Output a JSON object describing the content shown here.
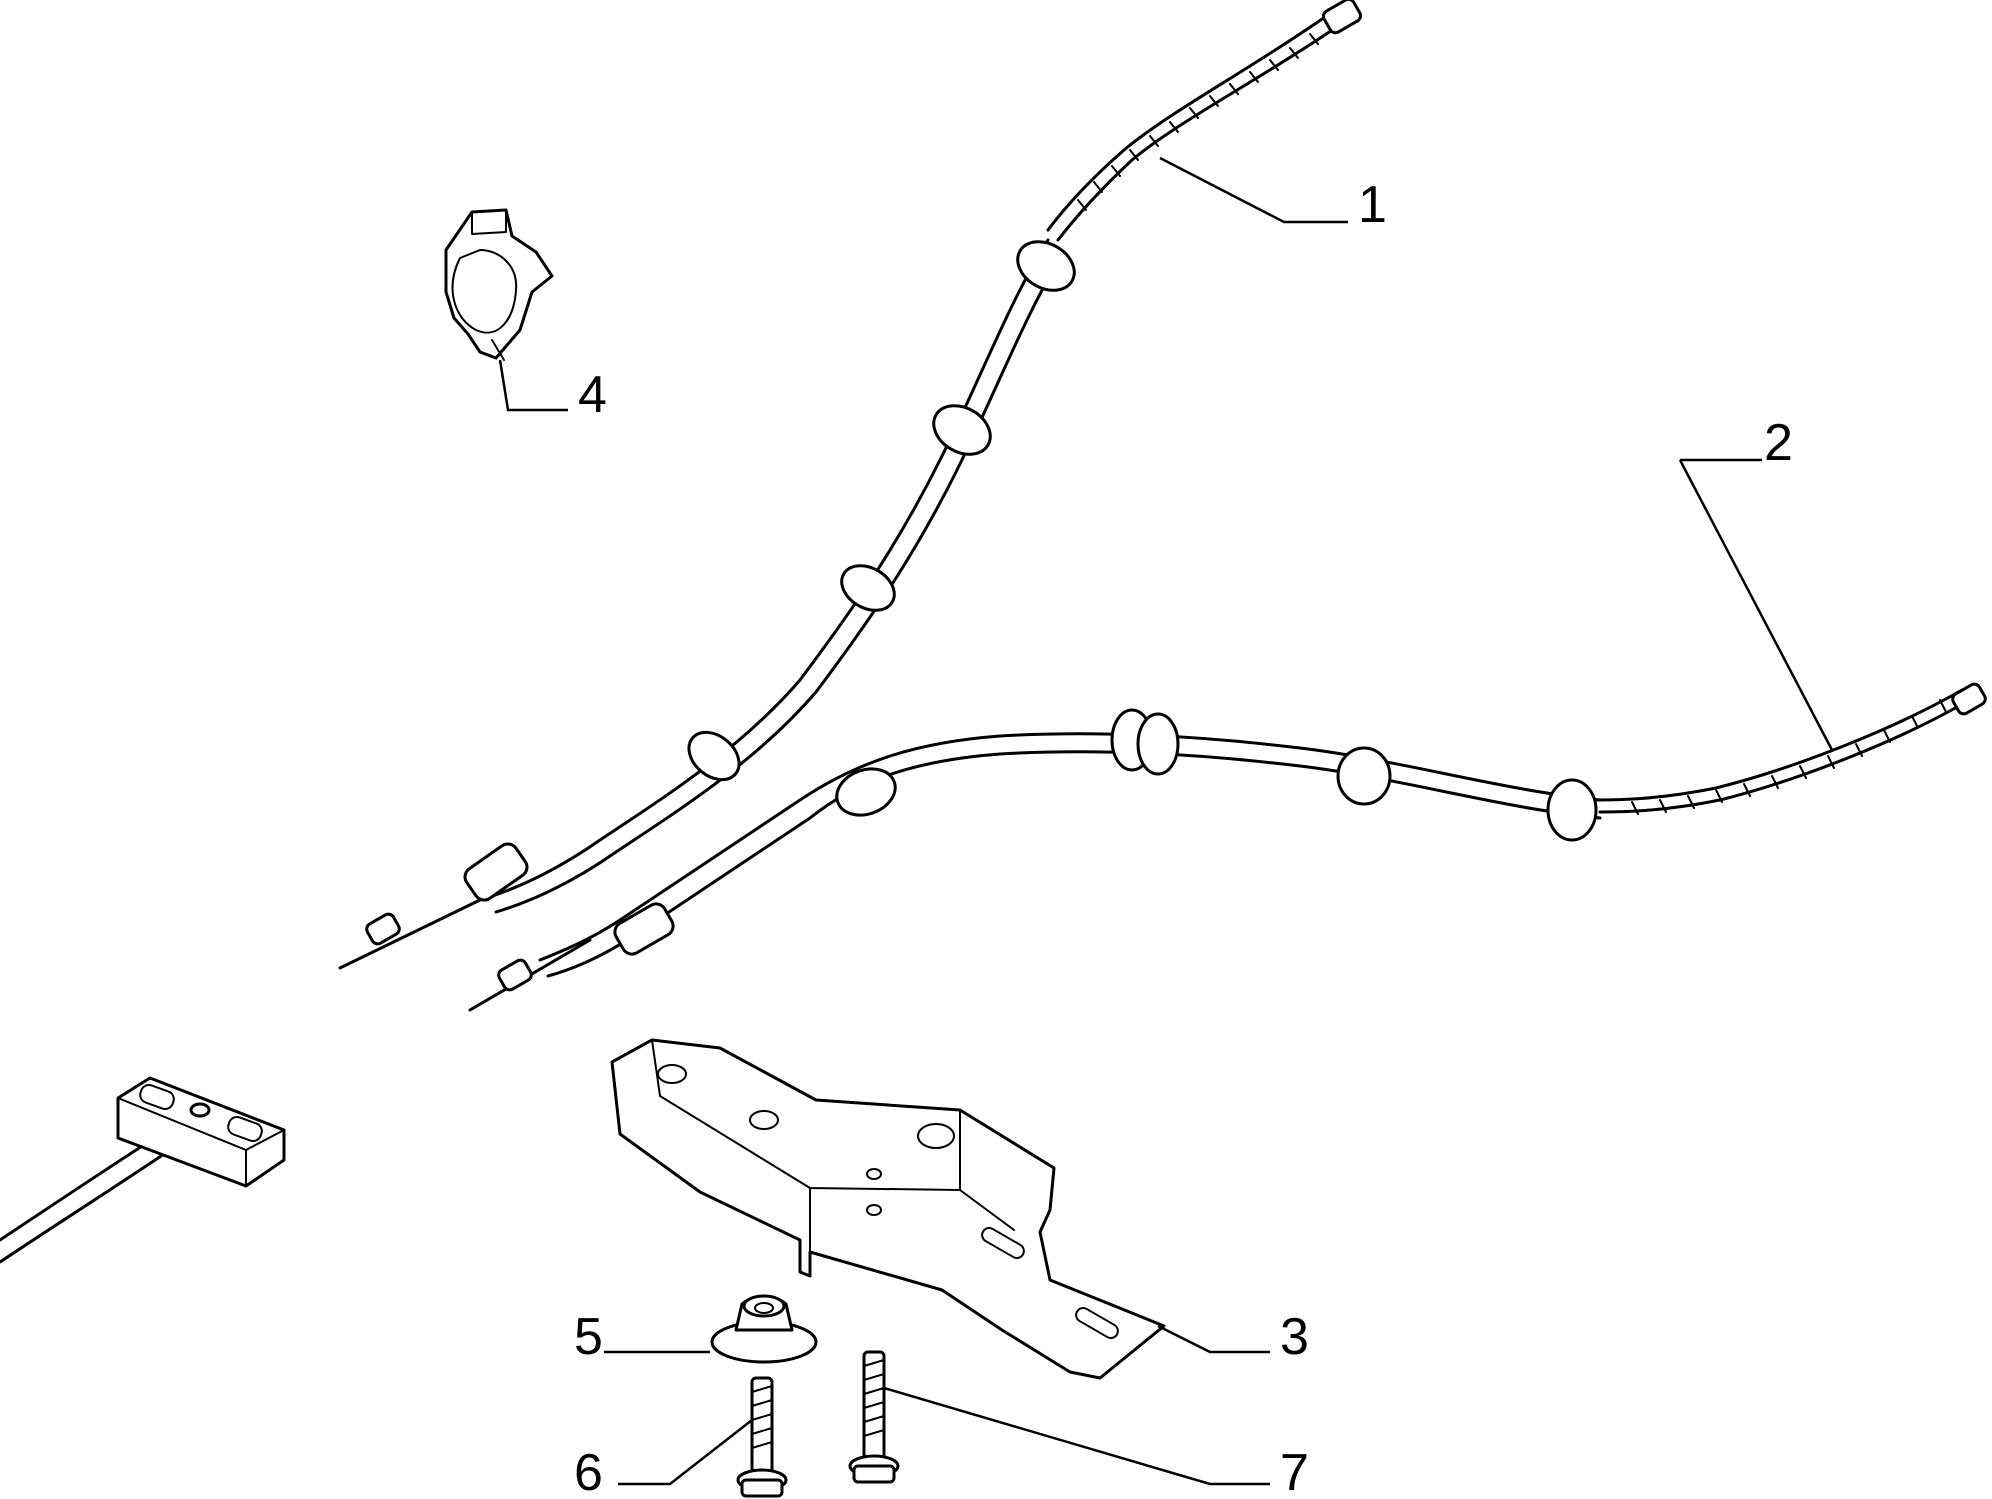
{
  "callouts": [
    {
      "id": "1",
      "label": "1",
      "part": "cable-1"
    },
    {
      "id": "2",
      "label": "2",
      "part": "cable-2"
    },
    {
      "id": "3",
      "label": "3",
      "part": "bracket"
    },
    {
      "id": "4",
      "label": "4",
      "part": "clip"
    },
    {
      "id": "5",
      "label": "5",
      "part": "nut"
    },
    {
      "id": "6",
      "label": "6",
      "part": "bolt-short"
    },
    {
      "id": "7",
      "label": "7",
      "part": "bolt-long"
    }
  ]
}
